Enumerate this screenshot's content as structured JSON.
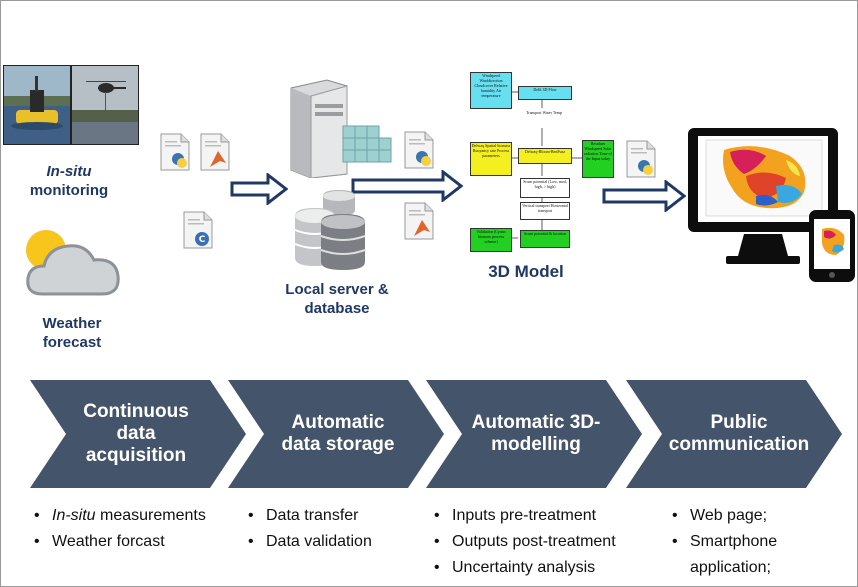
{
  "top": {
    "insitu_label_italic": "In-situ",
    "insitu_label_rest": "monitoring",
    "weather_label": "Weather forecast",
    "server_label": "Local server & database",
    "model_label": "3D Model"
  },
  "flowchart": {
    "boxes": [
      {
        "text": "Windspeed Winddirection Cloudcover Relative humidity Air temperature",
        "color": "#66e0f0"
      },
      {
        "text": "Delft 3D Flow",
        "color": "#66e0f0"
      },
      {
        "text": "Transport Water Temp",
        "color": "#ffffff"
      },
      {
        "text": "Delwaq Spatial biomass Buoyancy rate Process parameters",
        "color": "#f4f020"
      },
      {
        "text": "Delwaq-Bloom-BenFuzz",
        "color": "#f4f020"
      },
      {
        "text": "Residues Windspeed Solar radiation Time of the Input today",
        "color": "#22d022"
      },
      {
        "text": "Scum potential (Low, mod, high, > high)",
        "color": "#ffffff"
      },
      {
        "text": "Vertical transport Horizontal transport",
        "color": "#ffffff"
      },
      {
        "text": "Validation (Cyano biomass process scheme)",
        "color": "#22d022"
      },
      {
        "text": "Scum potential & location",
        "color": "#22d022"
      }
    ]
  },
  "stages": [
    {
      "label": "Continuous data acquisition",
      "color": "#44546a"
    },
    {
      "label": "Automatic data storage",
      "color": "#44546a"
    },
    {
      "label": "Automatic 3D-modelling",
      "color": "#44546a"
    },
    {
      "label": "Public communication",
      "color": "#44546a"
    }
  ],
  "bullets": {
    "col1": [
      {
        "italic": "In-situ",
        "text": " measurements"
      },
      {
        "italic": "",
        "text": "Weather forcast"
      }
    ],
    "col2": [
      "Data transfer",
      "Data validation"
    ],
    "col3": [
      "Inputs pre-treatment",
      "Outputs post-treatment",
      "Uncertainty analysis"
    ],
    "col4": [
      "Web page;",
      "Smartphone application;"
    ]
  },
  "colors": {
    "label_blue": "#1f3864",
    "arrow_blue": "#1f3864",
    "chevron": "#44546a"
  },
  "icons": [
    "python-file-icon",
    "matlab-file-icon",
    "c-file-icon",
    "server-icon",
    "database-icon",
    "monitor-icon",
    "smartphone-icon",
    "weather-icon"
  ]
}
